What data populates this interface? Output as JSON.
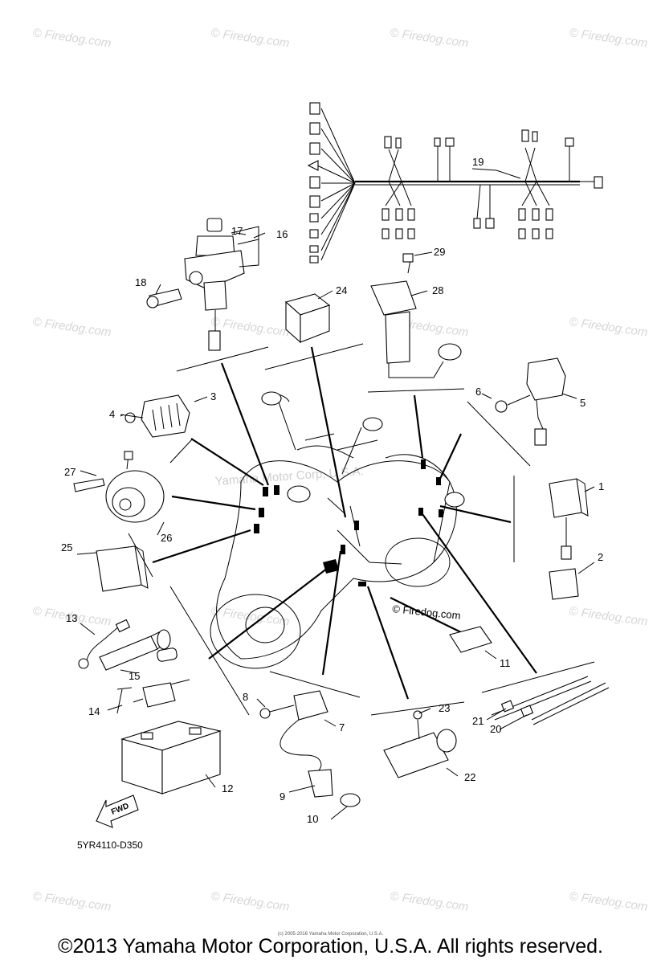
{
  "watermark_text": "© Firedog.com",
  "corp_watermark": "Yamaha Motor Corp, U.S.A.",
  "inline_watermark": "© Firedog.com",
  "part_code": "5YR4110-D350",
  "fwd_label": "FWD",
  "copyright": "©2013 Yamaha Motor Corporation, U.S.A. All rights reserved.",
  "tiny_notice": "(c) 2005-2016 Yamaha Motor Corporation, U.S.A.",
  "callouts": [
    "1",
    "2",
    "3",
    "4",
    "5",
    "6",
    "7",
    "8",
    "9",
    "10",
    "11",
    "12",
    "13",
    "14",
    "15",
    "16",
    "17",
    "18",
    "19",
    "20",
    "21",
    "22",
    "23",
    "24",
    "25",
    "26",
    "27",
    "28",
    "29"
  ]
}
